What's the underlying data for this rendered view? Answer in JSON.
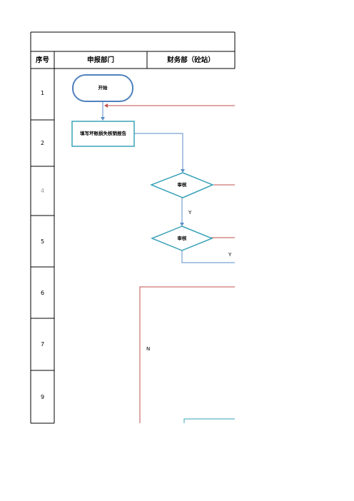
{
  "table": {
    "columns": [
      "序号",
      "申报部门",
      "财务部（砼站）"
    ],
    "rows": [
      "1",
      "2",
      "4",
      "5",
      "6",
      "7",
      "9"
    ]
  },
  "nodes": {
    "start": "开始",
    "report": "填写坏账损失核销报告",
    "review1": "审核",
    "review2": "审核"
  },
  "flow_labels": {
    "y1": "Y",
    "y2": "Y",
    "n": "N"
  },
  "colors": {
    "grid": "#000000",
    "blue_line": "#5b8ec7",
    "cyan_line": "#3aa3b8",
    "red_line": "#c0504d",
    "start_border": "#4f81bd"
  }
}
